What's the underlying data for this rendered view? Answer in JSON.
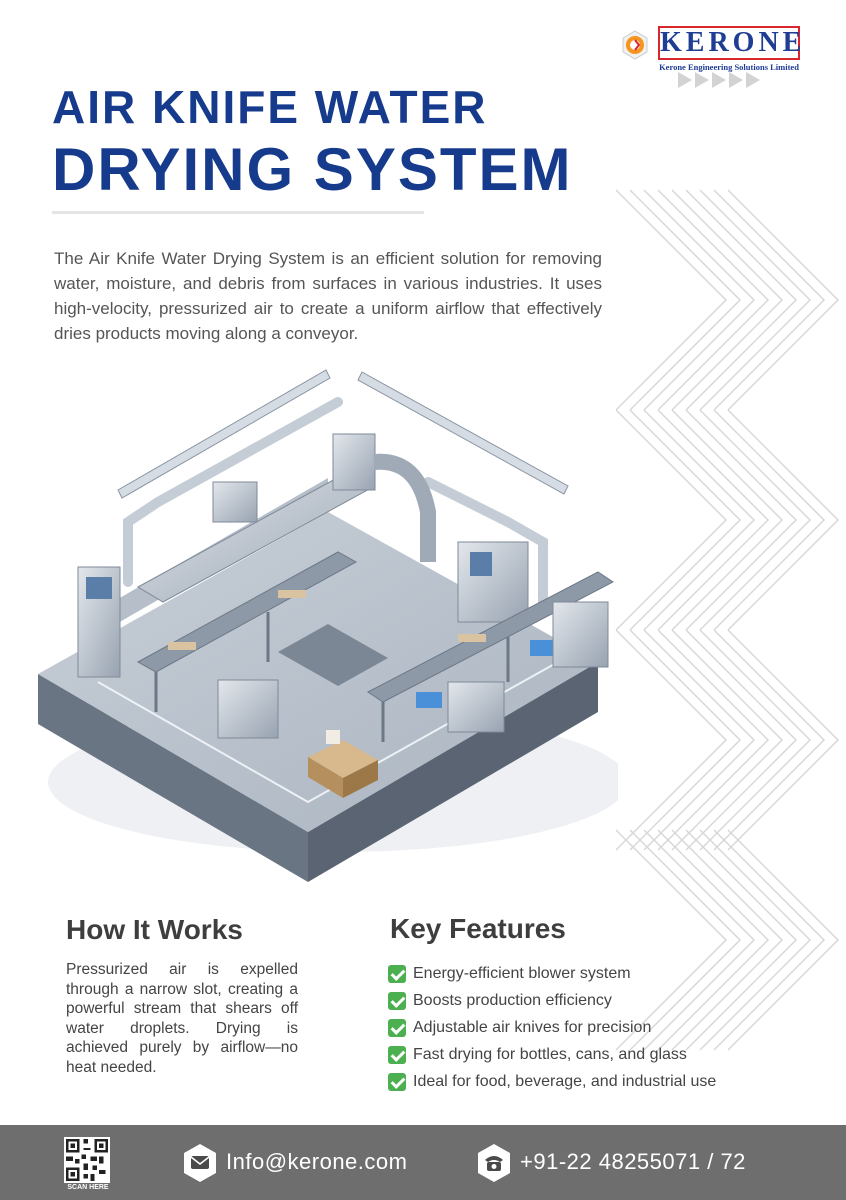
{
  "brand": {
    "name": "KERONE",
    "tagline": "Kerone Engineering Solutions Limited"
  },
  "title": {
    "line1": "AIR KNIFE WATER",
    "line2": "DRYING SYSTEM"
  },
  "intro": "The Air Knife Water Drying System is an efficient solution for removing water, moisture, and debris from surfaces in various industries. It uses high-velocity, pressurized air to create a uniform airflow that effectively dries products moving along a conveyor.",
  "how_it_works": {
    "heading": "How It Works",
    "text": "Pressurized air is expelled through a narrow slot, creating a powerful stream that shears off water droplets. Drying is achieved purely by airflow—no heat needed."
  },
  "key_features": {
    "heading": "Key Features",
    "items": [
      "Energy-efficient blower system",
      "Boosts production efficiency",
      "Adjustable air knives for precision",
      "Fast drying for bottles, cans, and glass",
      "Ideal for food, beverage, and industrial use"
    ]
  },
  "footer": {
    "scan_label": "SCAN HERE",
    "email": "Info@kerone.com",
    "phone": "+91-22 48255071 / 72"
  },
  "colors": {
    "brand_blue": "#163b8c",
    "brand_red": "#d9262c",
    "footer_gray": "#6e6e6e",
    "check_green": "#4caf50"
  },
  "icons": [
    "kerone-logo-icon",
    "email-icon",
    "phone-icon",
    "qr-code-icon",
    "check-icon"
  ]
}
